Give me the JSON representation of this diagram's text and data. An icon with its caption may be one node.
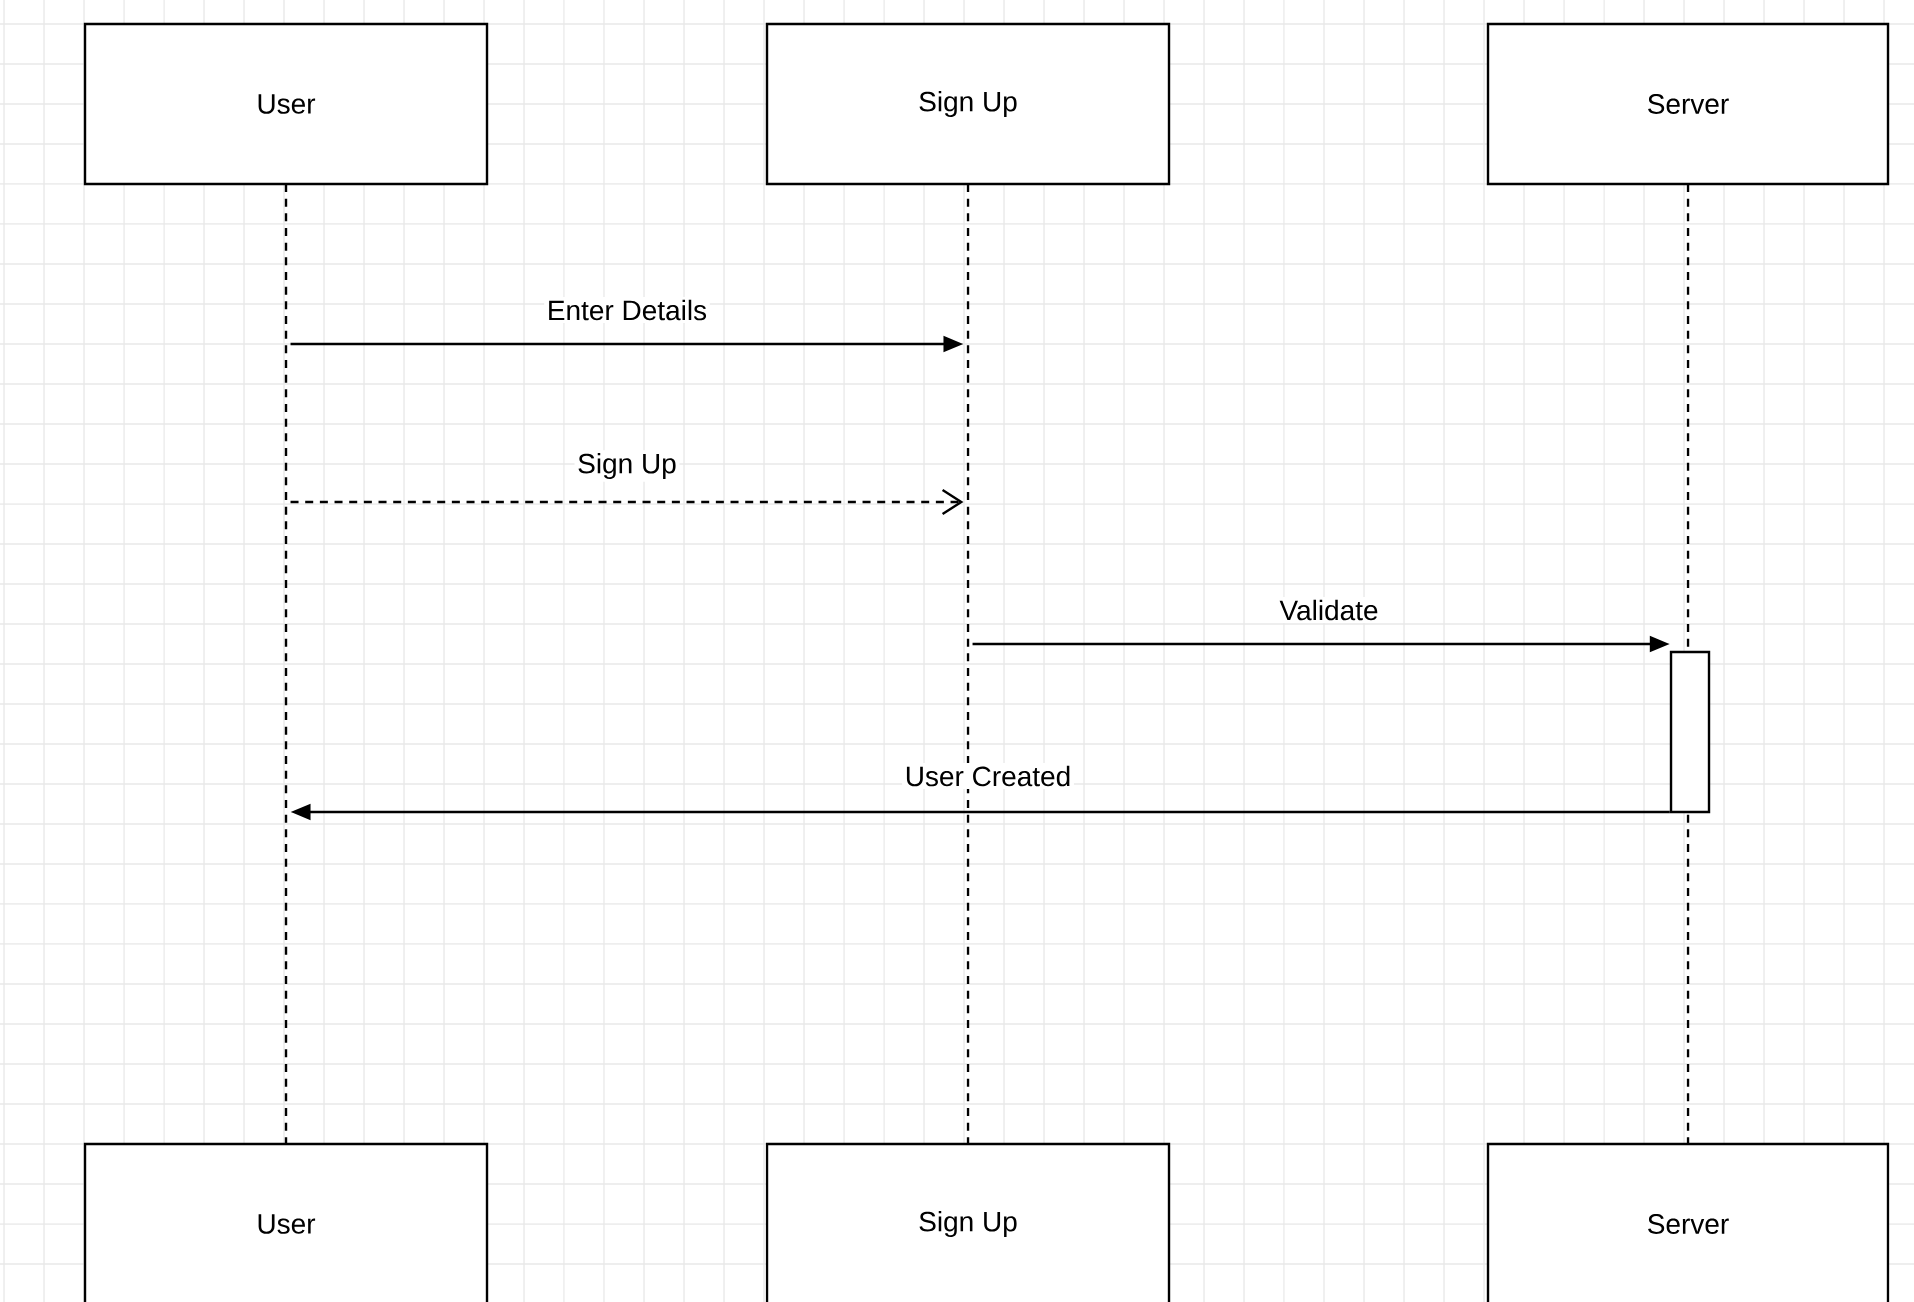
{
  "diagram": {
    "nodes": [
      {
        "text": [
          "User"
        ]
      },
      {
        "text": [
          "Sign Up"
        ]
      },
      {
        "text": [
          "Server"
        ]
      },
      {
        "text": [
          "User"
        ]
      },
      {
        "text": [
          "Sign Up"
        ]
      },
      {
        "text": [
          "Server"
        ]
      },
      {
        "text": [],
        "shape": "line"
      },
      {
        "text": [],
        "shape": "line"
      },
      {
        "text": [],
        "shape": "line"
      },
      {
        "text": [],
        "shape": "bar"
      }
    ],
    "edges": [
      {
        "from": 6,
        "to": 7,
        "arrow": "to",
        "label": "Enter Details"
      },
      {
        "from": 6,
        "to": 7,
        "arrow": "to",
        "label": "Sign Up",
        "style": "dashed"
      },
      {
        "from": 7,
        "to": 9,
        "arrow": "to",
        "label": "Validate"
      },
      {
        "from": 9,
        "to": 6,
        "arrow": "to",
        "label": "User Created"
      }
    ]
  }
}
